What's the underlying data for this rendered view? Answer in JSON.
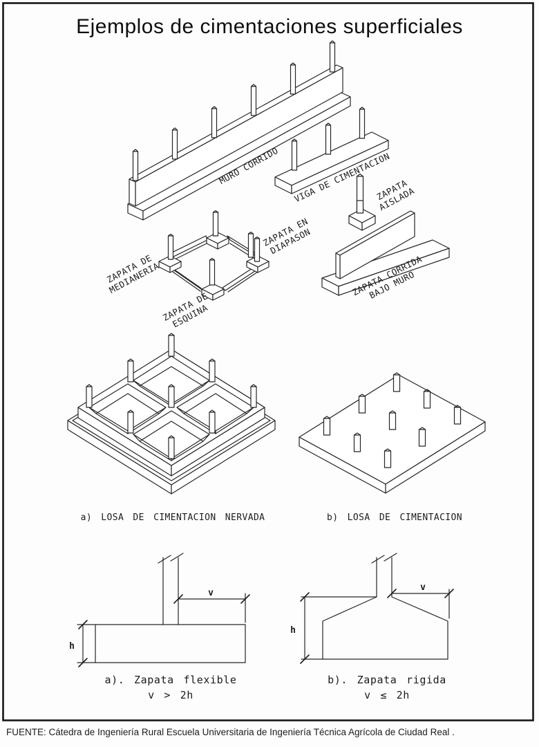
{
  "page": {
    "title": "Ejemplos de cimentaciones superficiales",
    "source": "FUENTE: Cátedra de Ingeniería Rural Escuela Universitaria de Ingeniería Técnica Agrícola de Ciudad Real ."
  },
  "labels": {
    "muro_corrido": "MURO CORRIDO",
    "viga": "VIGA DE CIMENTACION",
    "aislada1": "ZAPATA",
    "aislada2": "AISLADA",
    "diapason1": "ZAPATA EN",
    "diapason2": "DIAPASON",
    "medianeria1": "ZAPATA DE",
    "medianeria2": "MEDIANERIA",
    "esquina1": "ZAPATA DE",
    "esquina2": "ESQUINA",
    "corrida1": "ZAPATA CORRIDA",
    "corrida2": "BAJO MURO"
  },
  "captions": {
    "losa_nervada": "a) LOSA DE CIMENTACION NERVADA",
    "losa": "b) LOSA DE CIMENTACION",
    "flexible_title": "a). Zapata flexible",
    "flexible_cond": "v > 2h",
    "rigida_title": "b). Zapata rigida",
    "rigida_cond": "v ≤ 2h"
  },
  "dims": {
    "v": "v",
    "h": "h"
  },
  "colors": {
    "line": "#252525",
    "background": "#ffffff"
  }
}
